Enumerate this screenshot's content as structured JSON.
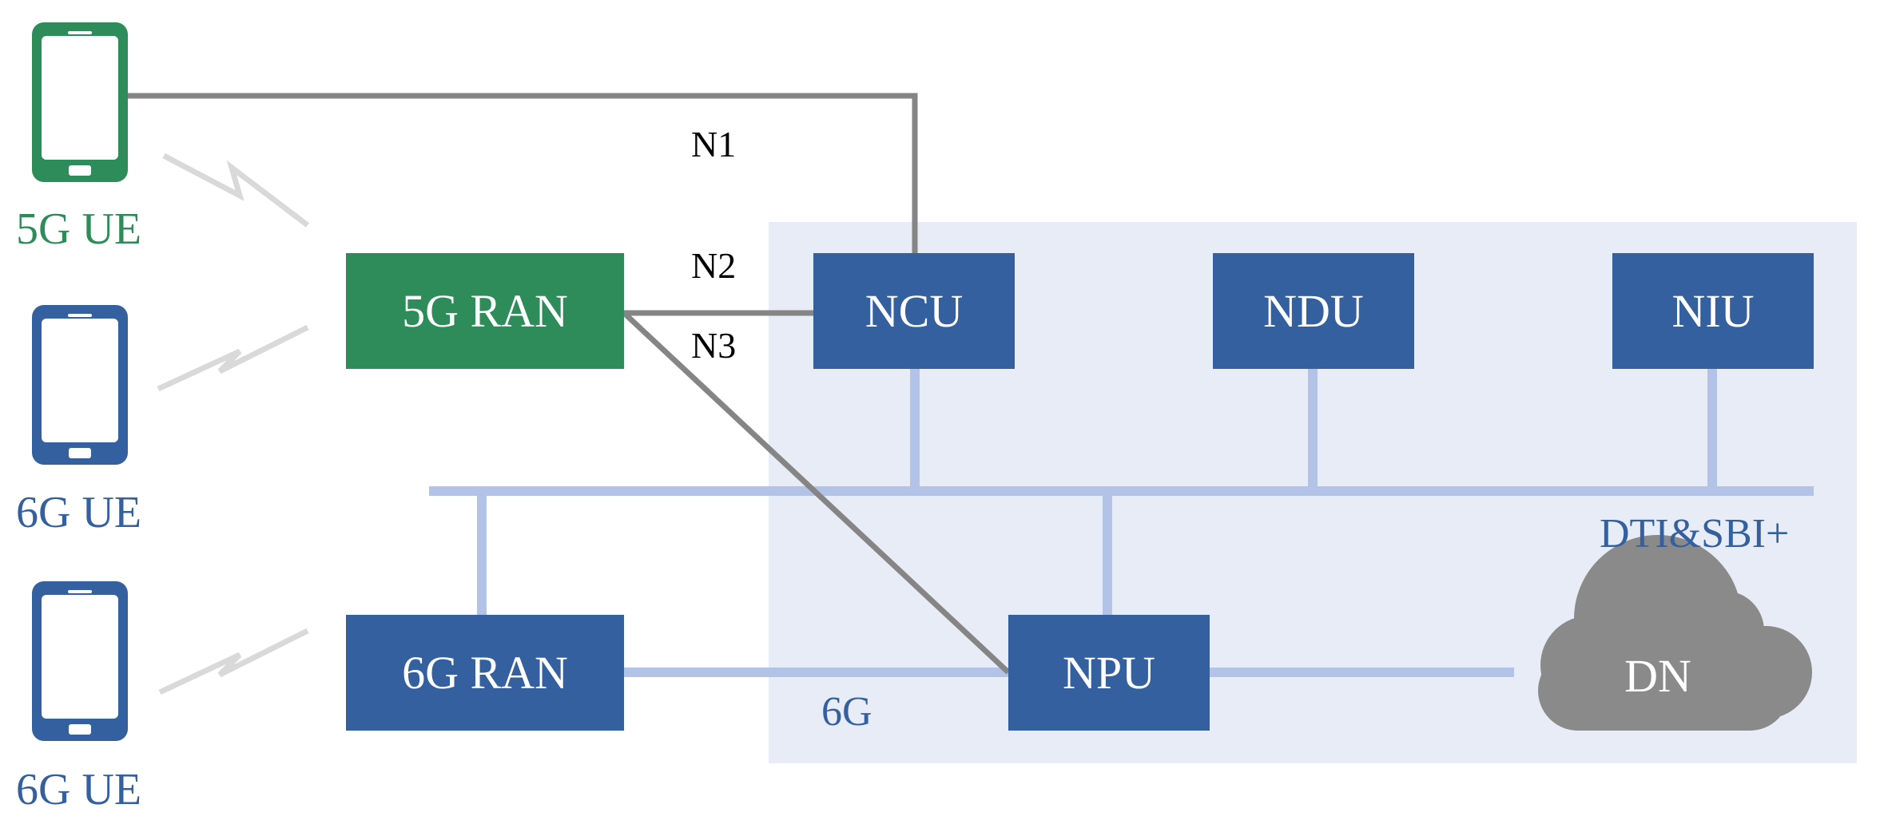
{
  "colors": {
    "green": "#2e8b5a",
    "blue": "#3560a0",
    "light_blue": "#b3c3e8",
    "panel": "#e8ecf7",
    "gray": "#858585",
    "cloud": "#8a8a8a",
    "bolt": "#d9d9d9"
  },
  "ues": [
    {
      "label": "5G UE",
      "color": "green"
    },
    {
      "label": "6G UE",
      "color": "blue"
    },
    {
      "label": "6G UE",
      "color": "blue"
    }
  ],
  "nodes": {
    "ran5g": "5G RAN",
    "ran6g": "6G RAN",
    "ncu": "NCU",
    "ndu": "NDU",
    "niu": "NIU",
    "npu": "NPU",
    "dn": "DN"
  },
  "interfaces": {
    "n1": "N1",
    "n2": "N2",
    "n3": "N3",
    "link6g": "6G",
    "bus": "DTI&SBI+"
  }
}
